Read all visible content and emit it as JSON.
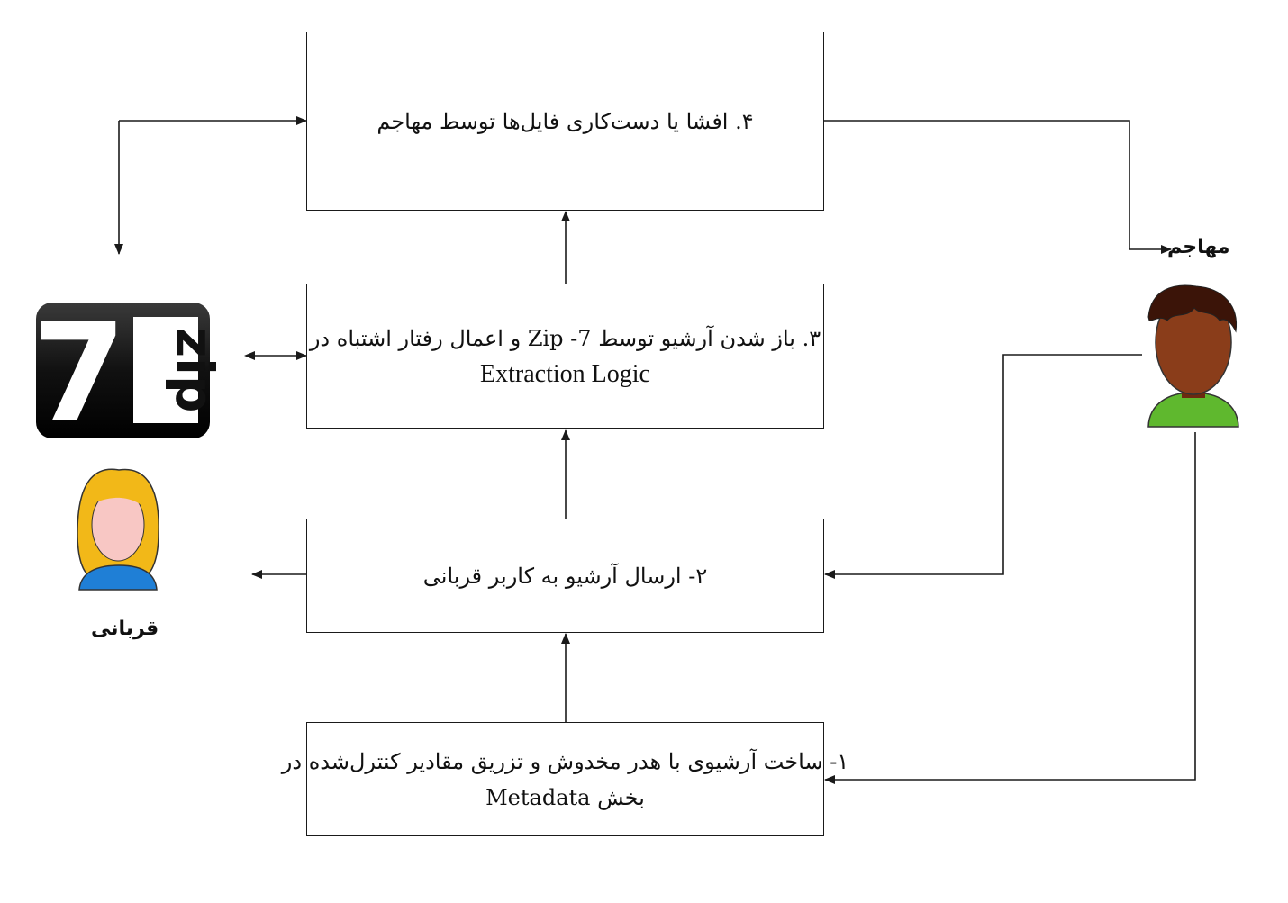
{
  "steps": {
    "step4": {
      "text": "۴. افشا یا دست‌کاری فایل‌ها توسط مهاجم"
    },
    "step3": {
      "line1": "۳. باز شدن آرشیو توسط 7- Zip و اعمال رفتار اشتباه در",
      "line2": "Extraction Logic"
    },
    "step2": {
      "text": "۲- ارسال آرشیو به کاربر قربانی"
    },
    "step1": {
      "line1": "۱- ساخت آرشیوی با هدر مخدوش و تزریق مقادیر کنترل‌شده در",
      "line2": "بخش Metadata"
    }
  },
  "actors": {
    "attacker": {
      "label": "مهاجم",
      "icon": "attacker-avatar-icon"
    },
    "victim": {
      "label": "قربانی",
      "icon": "victim-avatar-icon"
    },
    "app": {
      "icon": "sevenzip-logo-icon",
      "logo_big": "7",
      "logo_small": "zip"
    }
  },
  "colors": {
    "line": "#1a1a1a",
    "attacker_hair": "#3b1408",
    "attacker_skin": "#8a3d1a",
    "attacker_shirt": "#5fb82e",
    "victim_hair": "#f2b818",
    "victim_skin": "#f8c7c4",
    "victim_shirt": "#1f7fd6",
    "logo_bg": "#111111"
  }
}
